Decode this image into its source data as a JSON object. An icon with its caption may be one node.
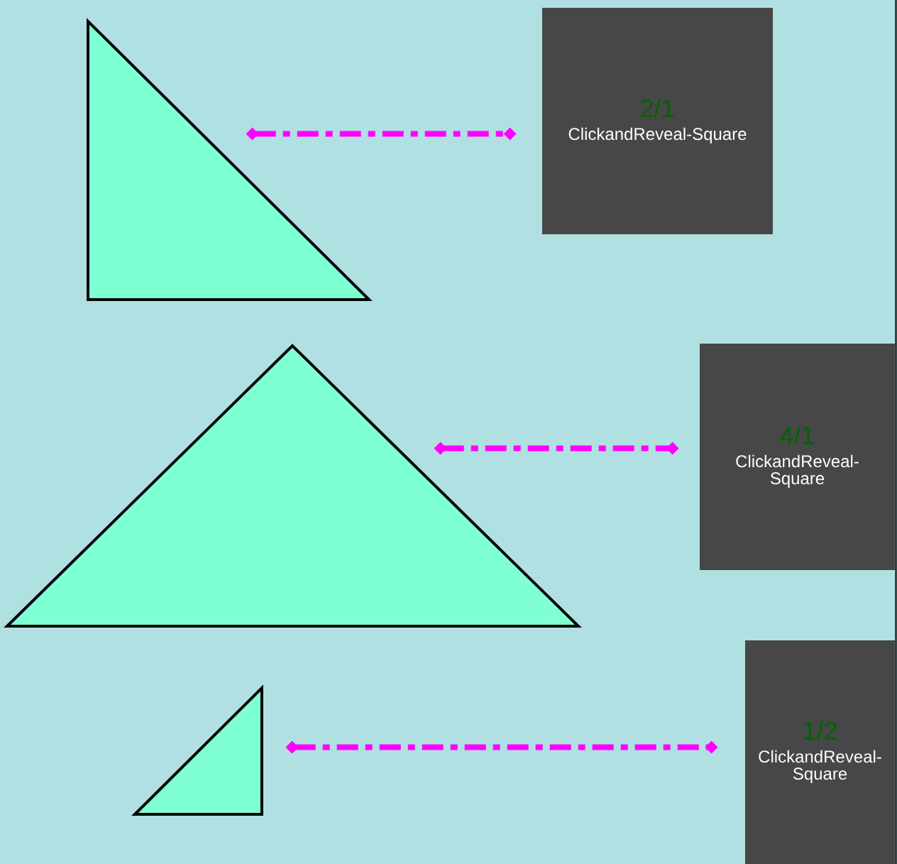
{
  "diagram": {
    "nodes": [
      {
        "text": [],
        "shape": "triangle"
      },
      {
        "text": [
          "2/1",
          "ClickandReveal-Square"
        ]
      },
      {
        "text": [],
        "shape": "triangle"
      },
      {
        "text": [
          "4/1",
          "ClickandReveal-Square"
        ]
      },
      {
        "text": [],
        "shape": "triangle"
      },
      {
        "text": [
          "1/2",
          "ClickandReveal-Square"
        ]
      }
    ],
    "edges": [
      {
        "from": 0,
        "to": 1,
        "arrow": "other"
      },
      {
        "from": 2,
        "to": 3,
        "arrow": "other"
      },
      {
        "from": 4,
        "to": 5,
        "arrow": "other"
      }
    ]
  }
}
